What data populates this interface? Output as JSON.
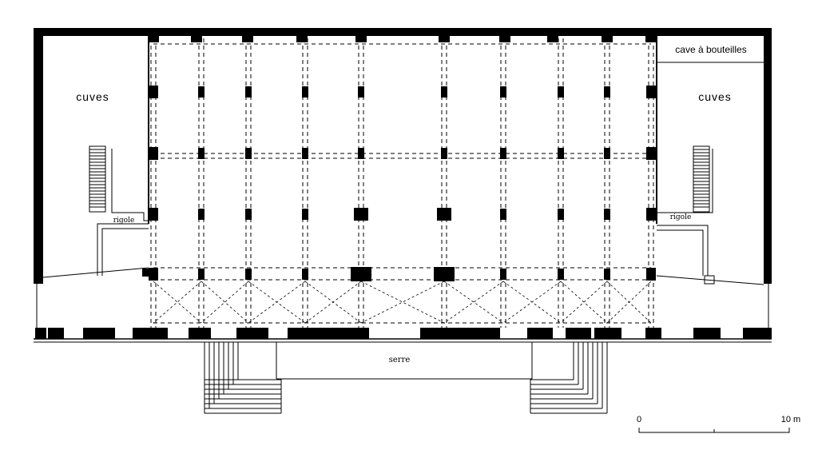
{
  "labels": {
    "cuves_left": "cuves",
    "cuves_right": "cuves",
    "cave": "cave à bouteilles",
    "rigole_left": "rigole",
    "rigole_right": "rigole",
    "serre": "serre"
  },
  "scale_bar": {
    "start_label": "0",
    "end_label": "10 m"
  },
  "colors": {
    "ink": "#000000",
    "paper": "#ffffff"
  }
}
